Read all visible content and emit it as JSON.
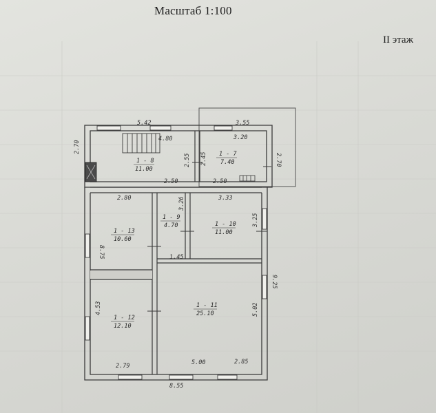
{
  "header": {
    "scale": "Масштаб 1:100",
    "floor": "II этаж"
  },
  "rooms": [
    {
      "id": "1 - 8",
      "area": "11.00"
    },
    {
      "id": "1 - 7",
      "area": "7.40"
    },
    {
      "id": "1 - 13",
      "area": "10.60"
    },
    {
      "id": "1 - 9",
      "area": "4.70"
    },
    {
      "id": "1 - 10",
      "area": "11.00"
    },
    {
      "id": "1 - 12",
      "area": "12.10"
    },
    {
      "id": "1 - 11",
      "area": "25.10"
    }
  ],
  "dimensions": {
    "top_left": "5.42",
    "top_right": "3.55",
    "inner_480": "4.80",
    "inner_320": "3.20",
    "left_270": "2.70",
    "right_270": "2.70",
    "v_255": "2.55",
    "v_245": "2.45",
    "corr_550": "2.50",
    "corr_250": "2.50",
    "w_280": "2.80",
    "w_333": "3.33",
    "v_325": "3.25",
    "v_326": "3.26",
    "left_875": "8.75",
    "right_925": "9.25",
    "h_145": "1.45",
    "v_502": "5.02",
    "left_453": "4.53",
    "b_279": "2.79",
    "b_500": "5.00",
    "b_285": "2.85",
    "bottom_855": "8.55"
  }
}
